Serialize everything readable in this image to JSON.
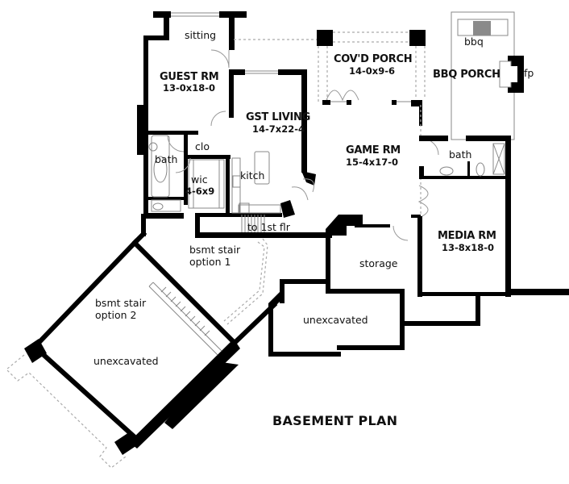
{
  "plan": {
    "title": "BASEMENT PLAN",
    "rooms": {
      "sitting": {
        "name": "sitting"
      },
      "guest_rm": {
        "name": "GUEST RM",
        "dims": "13-0x18-0"
      },
      "gst_living": {
        "name": "GST LIVING",
        "dims": "14-7x22-4"
      },
      "covd_porch": {
        "name": "COV'D PORCH",
        "dims": "14-0x9-6"
      },
      "bbq_porch": {
        "name": "BBQ PORCH"
      },
      "bbq": {
        "name": "bbq"
      },
      "fp": {
        "name": "fp"
      },
      "clo": {
        "name": "clo"
      },
      "bath_guest": {
        "name": "bath"
      },
      "wic": {
        "name": "wic",
        "dims": "4-6x9"
      },
      "kitch": {
        "name": "kitch"
      },
      "game_rm": {
        "name": "GAME RM",
        "dims": "15-4x17-0"
      },
      "bath_game": {
        "name": "bath"
      },
      "media_rm": {
        "name": "MEDIA RM",
        "dims": "13-8x18-0"
      },
      "to_1st_flr": {
        "name": "to 1st flr"
      },
      "bsmt_stair_1": {
        "line1": "bsmt stair",
        "line2": "option 1"
      },
      "bsmt_stair_2": {
        "line1": "bsmt stair",
        "line2": "option 2"
      },
      "storage": {
        "name": "storage"
      },
      "unexcavated_center": {
        "name": "unexcavated"
      },
      "unexcavated_left": {
        "name": "unexcavated"
      }
    },
    "colors": {
      "wall": "#000000",
      "background": "#ffffff",
      "bbq_grill": "#8a8a8a",
      "dashed": "#aaaaaa"
    }
  }
}
